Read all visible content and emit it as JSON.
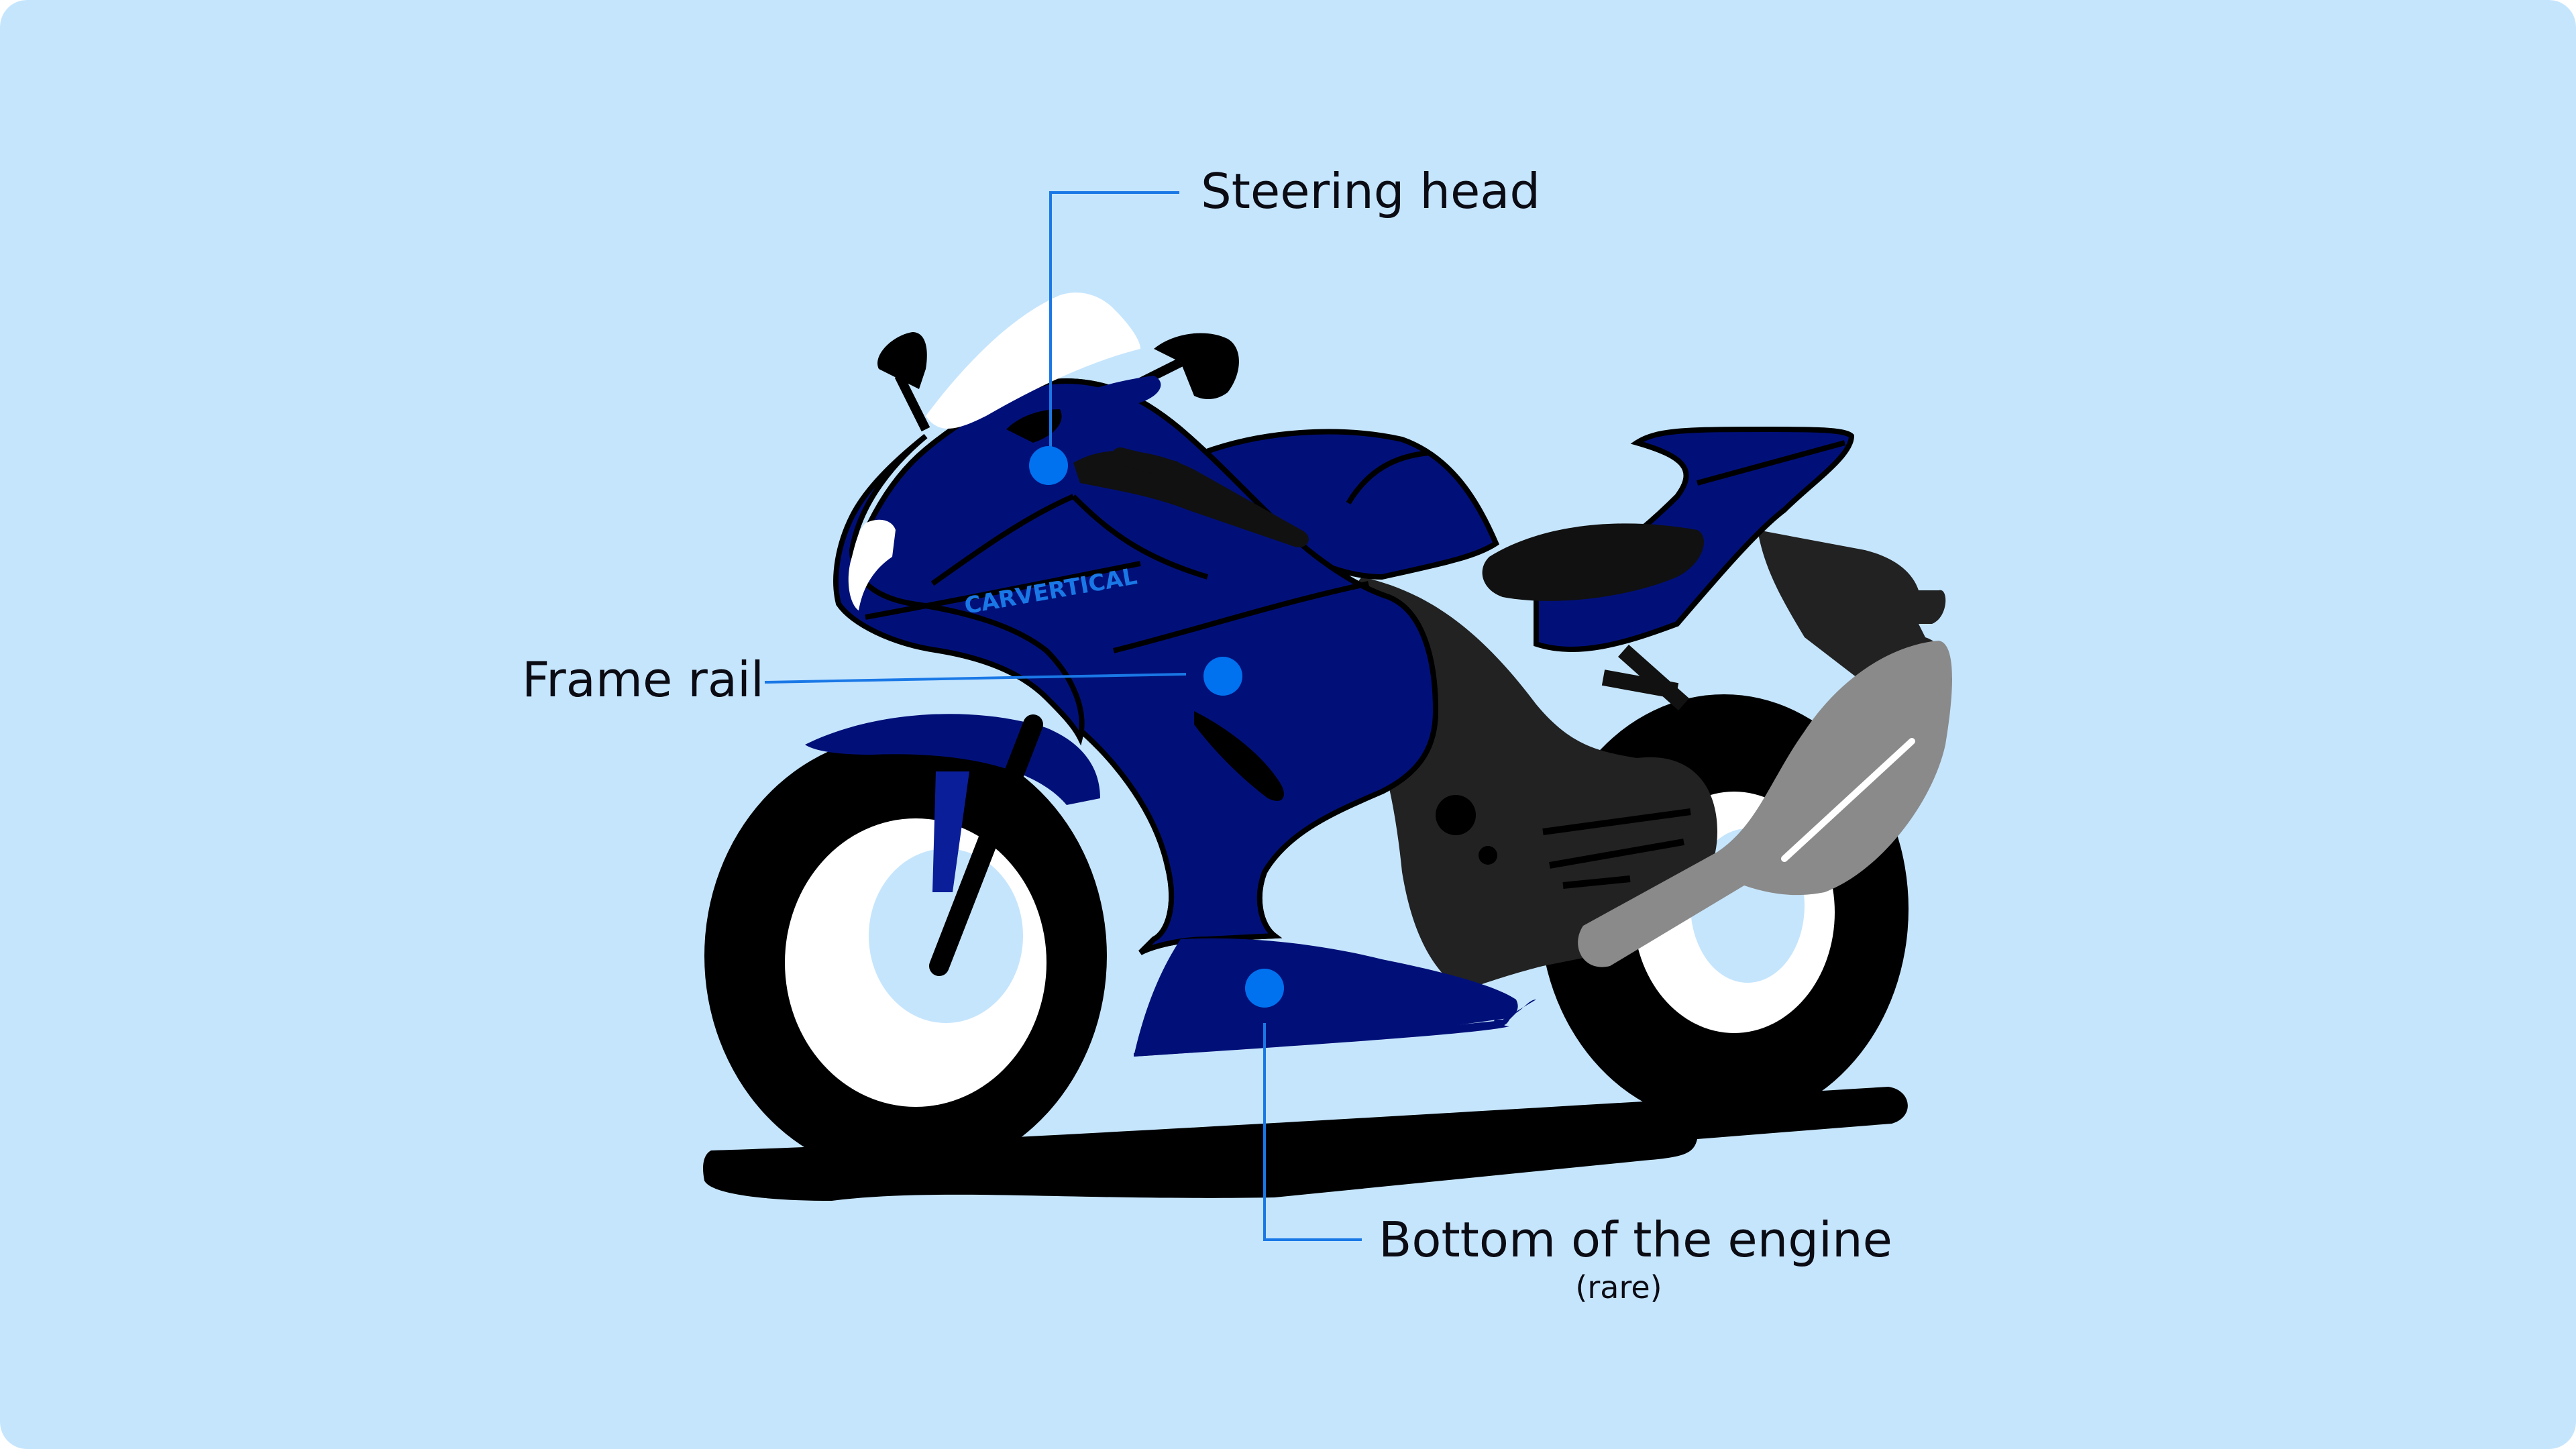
{
  "colors": {
    "background": "#c5e5fd",
    "body_blue": "#011079",
    "body_blue_light": "#0b1e9a",
    "marker_blue": "#0072f0",
    "leader_line": "#1a78e6",
    "tire": "#000000",
    "engine_dark": "#222222",
    "exhaust_grey": "#8a8a8a",
    "rim_light": "#c5e5fd",
    "text": "#0b0b14"
  },
  "brand_decal": "CARVERTICAL",
  "labels": {
    "steering_head": "Steering head",
    "frame_rail": "Frame rail",
    "engine_bottom": "Bottom of the engine",
    "engine_bottom_note": "(rare)"
  },
  "icons": {
    "marker": "circle-marker-icon"
  }
}
